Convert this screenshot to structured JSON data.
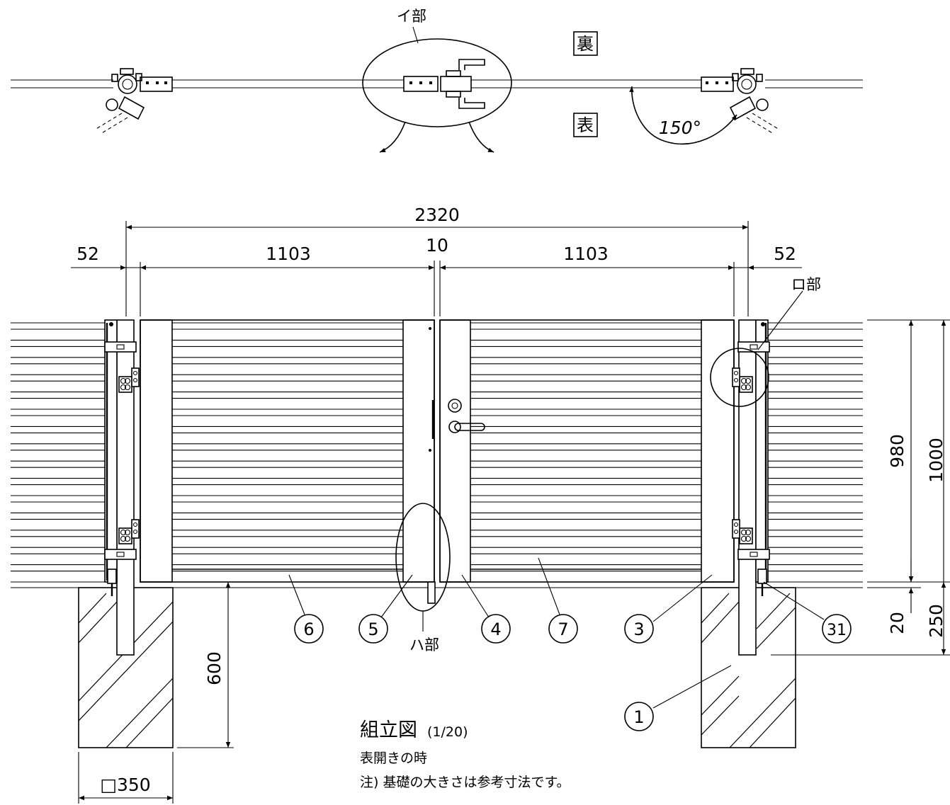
{
  "plan_view": {
    "detail_a_label": "イ部",
    "back_side_label": "裏",
    "front_side_label": "表",
    "swing_angle_label": "150°"
  },
  "dimensions": {
    "overall_width": "2320",
    "post_width_left": "52",
    "door_width_left": "1103",
    "center_gap": "10",
    "door_width_right": "1103",
    "post_width_right": "52",
    "door_height": "980",
    "total_height": "1000",
    "ground_clearance": "20",
    "post_embed": "250",
    "foundation_depth": "600",
    "foundation_size": "□350"
  },
  "detail_labels": {
    "detail_b": "ロ部",
    "detail_c": "ハ部"
  },
  "parts": [
    {
      "number": "6"
    },
    {
      "number": "5"
    },
    {
      "number": "4"
    },
    {
      "number": "7"
    },
    {
      "number": "3"
    },
    {
      "number": "31"
    },
    {
      "number": "1"
    }
  ],
  "notes": {
    "title": "組立図",
    "scale": "(1/20)",
    "line1": "表開きの時",
    "line2": "注) 基礎の大きさは参考寸法です。"
  }
}
